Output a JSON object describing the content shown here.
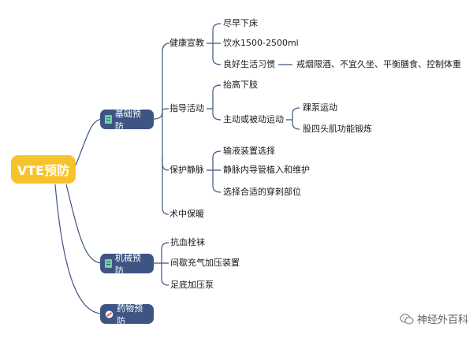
{
  "root": {
    "label": "VTE预防"
  },
  "branches": {
    "basic": {
      "label": "基础预防",
      "icon": "document-icon"
    },
    "mechanical": {
      "label": "机械预防",
      "icon": "document-icon"
    },
    "drug": {
      "label": "药物预防",
      "icon": "pill-icon"
    }
  },
  "basic": {
    "health": {
      "label": "健康宣教",
      "items": [
        "尽早下床",
        "饮水1500-2500ml",
        "良好生活习惯"
      ],
      "habit_detail": "戒烟限酒、不宜久坐、平衡膳食、控制体重"
    },
    "guide": {
      "label": "指导活动",
      "items": [
        "抬高下肢",
        "主动或被动运动"
      ],
      "sub_items": [
        "踝泵运动",
        "股四头肌功能锻炼"
      ]
    },
    "vein": {
      "label": "保护静脉",
      "items": [
        "输液装置选择",
        "静脉内导管植入和维护",
        "选择合适的穿刺部位"
      ]
    },
    "intraop": {
      "label": "术中保暖"
    }
  },
  "mechanical": {
    "items": [
      "抗血栓袜",
      "间歇充气加压装置",
      "足底加压泵"
    ]
  },
  "watermark": {
    "text": "神经外百科"
  },
  "colors": {
    "root": "#f7c32d",
    "branch": "#3e5584",
    "line": "#3e5584",
    "icon_accent": "#6ed1a3"
  }
}
